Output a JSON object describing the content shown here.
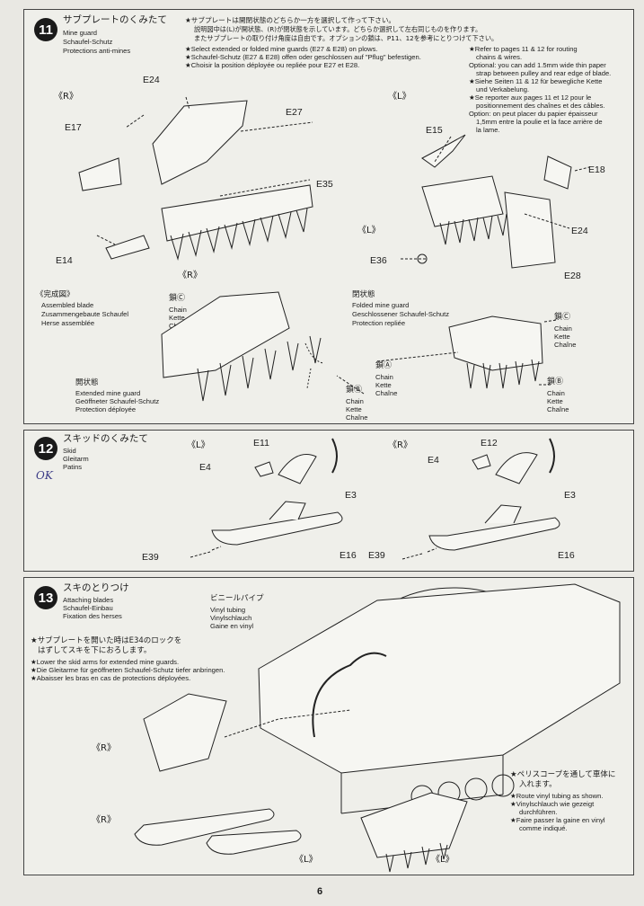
{
  "page_number": "6",
  "handwritten_mark": "OK",
  "step11": {
    "number": "11",
    "title_ja": "サブプレートのくみたて",
    "title_en": "Mine guard",
    "title_de": "Schaufel-Schutz",
    "title_fr": "Protections anti-mines",
    "note_ja": [
      "★サブプレートは開閉状態のどちらか一方を選択して作って下さい。",
      "説明図中は(L)が開状態、(R)が閉状態を示しています。どちらか選択して左右同じものを作ります。",
      "またサブプレートの取り付け角度は自由です。オプションの鎖は、P11、12を参考にとりつけて下さい。"
    ],
    "note_en": "★Select extended or folded mine guards (E27 & E28) on plows.",
    "note_de": "★Schaufel-Schutz (E27 & E28) offen oder geschlossen auf \"Pflug\" befestigen.",
    "note_fr": "★Choisir la position déployée ou repliée pour E27 et E28.",
    "side_notes": [
      "★Refer to pages 11 & 12 for routing",
      "chains & wires.",
      "Optional: you can add 1.5mm wide thin paper",
      "strap between pulley and rear edge of blade.",
      "★Siehe Seiten 11 & 12 für bewegliche Kette",
      "und Verkabelung.",
      "★Se reporter aux pages 11 et 12 pour le",
      "positionnement des chaînes et des câbles.",
      "Option: on peut placer du papier épaisseur",
      "1,5mm entre la poulie et la face arrière de",
      "la lame."
    ],
    "side_labels": [
      "《R》",
      "《L》"
    ],
    "parts": [
      "E24",
      "E27",
      "E17",
      "E35",
      "E14",
      "E15",
      "E18",
      "E24",
      "E36",
      "E28"
    ],
    "assembled": {
      "ja": "《完成図》",
      "en": "Assembled blade",
      "de": "Zusammengebaute Schaufel",
      "fr": "Herse assemblée"
    },
    "closed": {
      "ja": "閉状態",
      "en": "Folded mine guard",
      "de": "Geschlossener Schaufel-Schutz",
      "fr": "Protection repliée"
    },
    "open": {
      "ja": "開状態",
      "en": "Extended mine guard",
      "de": "Geöffneter Schaufel-Schutz",
      "fr": "Protection déployée"
    },
    "chain_a": "鎖Ⓐ",
    "chain_b": "鎖Ⓑ",
    "chain_c": "鎖Ⓒ",
    "chain_words": [
      "Chain",
      "Kette",
      "Chaîne"
    ]
  },
  "step12": {
    "number": "12",
    "title_ja": "スキッドのくみたて",
    "title_en": "Skid",
    "title_de": "Gleitarm",
    "title_fr": "Patins",
    "side_labels": [
      "《L》",
      "《R》"
    ],
    "parts_left": [
      "E11",
      "E4",
      "E3",
      "E39",
      "E16"
    ],
    "parts_right": [
      "E12",
      "E4",
      "E3",
      "E39",
      "E16"
    ]
  },
  "step13": {
    "number": "13",
    "title_ja": "スキのとりつけ",
    "title_en": "Attaching blades",
    "title_de": "Schaufel-Einbau",
    "title_fr": "Fixation des herses",
    "tubing": [
      "ビニールパイプ",
      "Vinyl tubing",
      "Vinylschlauch",
      "Gaine en vinyl"
    ],
    "note_left": [
      "★サブプレートを開いた時はE34のロックを",
      "はずしてスキを下におろします。",
      "★Lower the skid arms for extended mine guards.",
      "★Die Gleitarme für geöffneten Schaufel-Schutz tiefer anbringen.",
      "★Abaisser les bras en cas de protections déployées."
    ],
    "note_right": [
      "★ペリスコープを通して車体に",
      "入れます。",
      "★Route vinyl tubing as shown.",
      "★Vinylschlauch wie gezeigt",
      "durchführen.",
      "★Faire passer la gaine en vinyl",
      "comme indiqué."
    ],
    "side_labels": [
      "《R》",
      "《R》",
      "《L》",
      "《L》"
    ]
  }
}
